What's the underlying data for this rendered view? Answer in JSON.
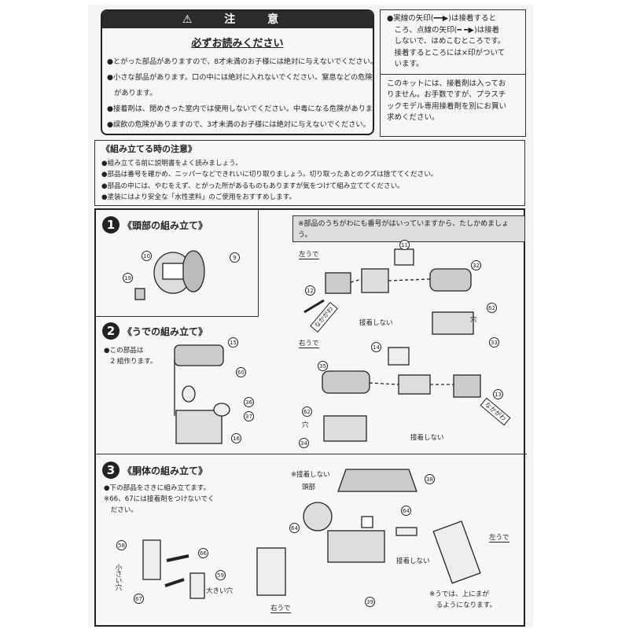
{
  "caution": {
    "title": "⚠ 注 意",
    "subtitle": "必ずお読みください",
    "items": [
      "●とがった部品がありますので、8才未満のお子様には絶対に与えないでください。",
      "●小さな部品があります。口の中には絶対に入れないでください。窒息などの危険",
      "　があります。",
      "●接着剤は、閉めきった室内では使用しないでください。中毒になる危険があります。",
      "●誤飲の危険がありますので、3才未満のお子様には絶対に与えないでください。"
    ]
  },
  "legend": {
    "lines": [
      "●実線の矢印(━━▶)は接着すると",
      "　ころ、点線の矢印(━ ━▶)は接着",
      "　しないで、はめこむところです。",
      "　接着するところには×印がついて",
      "　います。"
    ],
    "kit_lines": [
      "このキットには、接着剤は入ってお",
      "りません。お手数ですが、プラスチ",
      "ックモデル専用接着剤を別にお買い",
      "求めください。"
    ]
  },
  "assembly_notes": {
    "title": "《組み立てる時の注意》",
    "items": [
      "●組み立てる前に説明書をよく読みましょう。",
      "●部品は番号を確かめ、ニッパーなどできれいに切り取りましょう。切り取ったあとのクズは捨ててください。",
      "●部品の中には、やむをえず、とがった所があるものもありますが気をつけて組み立ててください。",
      "●塗装にはより安全な「水性塗料」のご使用をおすすめします。"
    ]
  },
  "steps": [
    {
      "num": "1",
      "title": "《頭部の組み立て》",
      "parts": [
        "10",
        "9",
        "19"
      ]
    },
    {
      "num": "2",
      "title": "《うでの組み立て》",
      "text": [
        "●この部品は",
        "　2 組作ります。"
      ],
      "parts": [
        "15",
        "60",
        "36",
        "37",
        "16"
      ]
    },
    {
      "num": "3",
      "title": "《胴体の組み立て》",
      "text": [
        "●下の部品をさきに組み立てます。",
        "※66、67には接着剤をつけないでく",
        "　ださい。"
      ],
      "parts": [
        "38",
        "64",
        "64",
        "58",
        "66",
        "59",
        "67",
        "39"
      ]
    }
  ],
  "arms": {
    "note": "※部品のうちがわにも番号がはいっていますから、たしかめましょう。",
    "left_label": "左うで",
    "right_label": "右うで",
    "no_glue": "接着しない",
    "hole": "穴",
    "left_parts": [
      "11",
      "32",
      "12",
      "62",
      "33"
    ],
    "right_parts": [
      "14",
      "35",
      "13",
      "62",
      "34"
    ],
    "tag": "なかがわ"
  },
  "body": {
    "no_glue_star": "※接着しない",
    "head": "頭部",
    "no_glue": "接着しない",
    "big_hole": "大きい穴",
    "small_hole": "小さい穴",
    "right_arm": "右うで",
    "left_arm": "左うで",
    "arm_note": [
      "※うでは、上にまが",
      "　るようになります。"
    ]
  }
}
